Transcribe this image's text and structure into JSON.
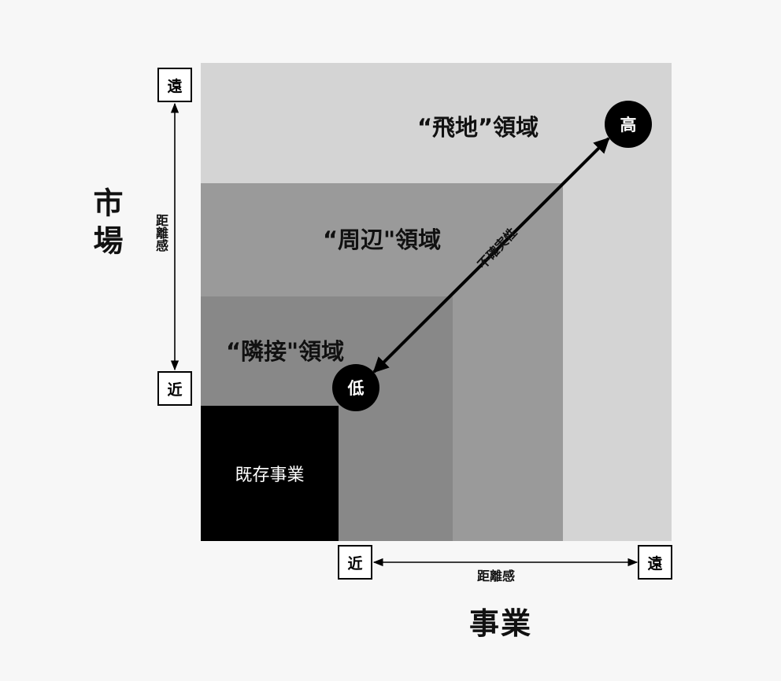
{
  "regions": {
    "far": "“飛地”領域",
    "peripheral": "“周辺\"領域",
    "adjacent": "“隣接\"領域",
    "existing": "既存事業"
  },
  "market_axis": {
    "title": "市場",
    "far_label": "遠",
    "near_label": "近",
    "distance_label": "距離感"
  },
  "business_axis": {
    "title": "事業",
    "near_label": "近",
    "far_label": "遠",
    "distance_label": "距離感"
  },
  "uncertainty": {
    "label": "不確実性",
    "high": "高",
    "low": "低"
  },
  "colors": {
    "background": "#f7f7f7",
    "far_zone": "#d4d4d4",
    "peripheral_zone": "#9a9a9a",
    "adjacent_zone": "#888888",
    "existing_zone": "#000000"
  }
}
